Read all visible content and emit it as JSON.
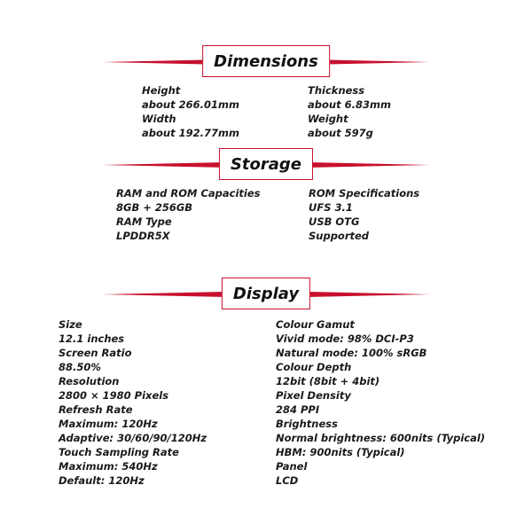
{
  "accent_color": "#c8102e",
  "dimensions": {
    "title": "Dimensions",
    "left": [
      {
        "label": "Height",
        "value": "about 266.01mm"
      },
      {
        "label": "Width",
        "value": "about 192.77mm"
      }
    ],
    "right": [
      {
        "label": "Thickness",
        "value": "about 6.83mm"
      },
      {
        "label": "Weight",
        "value": "about 597g"
      }
    ]
  },
  "storage": {
    "title": "Storage",
    "left": [
      {
        "label": "RAM and ROM Capacities",
        "value": "8GB + 256GB"
      },
      {
        "label": "RAM Type",
        "value": "LPDDR5X"
      }
    ],
    "right": [
      {
        "label": "ROM Specifications",
        "value": "UFS 3.1"
      },
      {
        "label": "USB OTG",
        "value": "Supported"
      }
    ]
  },
  "display": {
    "title": "Display",
    "left": [
      {
        "label": "Size",
        "value": "12.1 inches"
      },
      {
        "label": "Screen Ratio",
        "value": "88.50%"
      },
      {
        "label": "Resolution",
        "value": "2800 × 1980 Pixels"
      },
      {
        "label": "Refresh Rate",
        "value": "Maximum: 120Hz",
        "value2": "Adaptive: 30/60/90/120Hz"
      },
      {
        "label": "Touch Sampling Rate",
        "value": "Maximum: 540Hz",
        "value2": "Default: 120Hz"
      }
    ],
    "right": [
      {
        "label": "Colour Gamut",
        "value": "Vivid mode: 98% DCI-P3",
        "value2": "Natural mode: 100% sRGB"
      },
      {
        "label": "Colour Depth",
        "value": "12bit (8bit + 4bit)"
      },
      {
        "label": "Pixel Density",
        "value": "284 PPI"
      },
      {
        "label": "Brightness",
        "value": "Normal brightness: 600nits (Typical)",
        "value2": "HBM: 900nits (Typical)"
      },
      {
        "label": "Panel",
        "value": "LCD"
      }
    ]
  }
}
